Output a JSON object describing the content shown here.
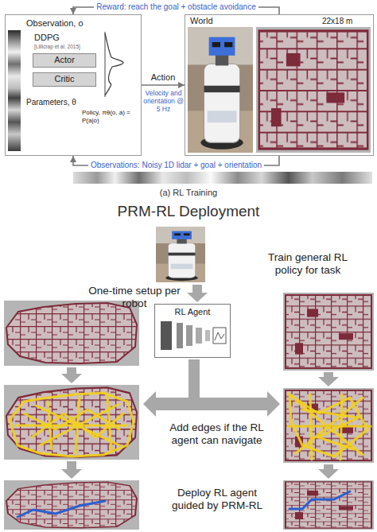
{
  "diagram": {
    "title": "PRM-RL Deployment",
    "caption": "(a) RL Training",
    "nodes": [
      {
        "text": [
          "Observation, o",
          "DDPG",
          "[Lillicrap et al. 2015]",
          "Parameters, θ",
          "Policy, πθ(o, a) = P(a|o)"
        ]
      },
      {
        "text": [
          "Actor"
        ],
        "in": 0
      },
      {
        "text": [
          "Critic"
        ],
        "in": 0
      },
      {
        "text": [
          "World",
          "22x18 m"
        ]
      },
      {
        "text": [
          "RL Agent"
        ]
      }
    ],
    "edges": [
      {
        "from": 0,
        "to": 3,
        "label": "Action",
        "arrow": "to"
      },
      {
        "from": 3,
        "to": 0,
        "label": "Reward: reach the goal + obstacle avoidance",
        "arrow": "to"
      },
      {
        "from": 3,
        "to": 0,
        "label": "Observations: Noisy 1D lidar + goal + orientation",
        "arrow": "to"
      }
    ],
    "labels": [
      "Velocity and orientation @ 5 Hz",
      "One-time setup per robot",
      "Train general RL policy for task",
      "Add edges if the RL agent can navigate",
      "Deploy RL agent guided by PRM-RL"
    ]
  }
}
